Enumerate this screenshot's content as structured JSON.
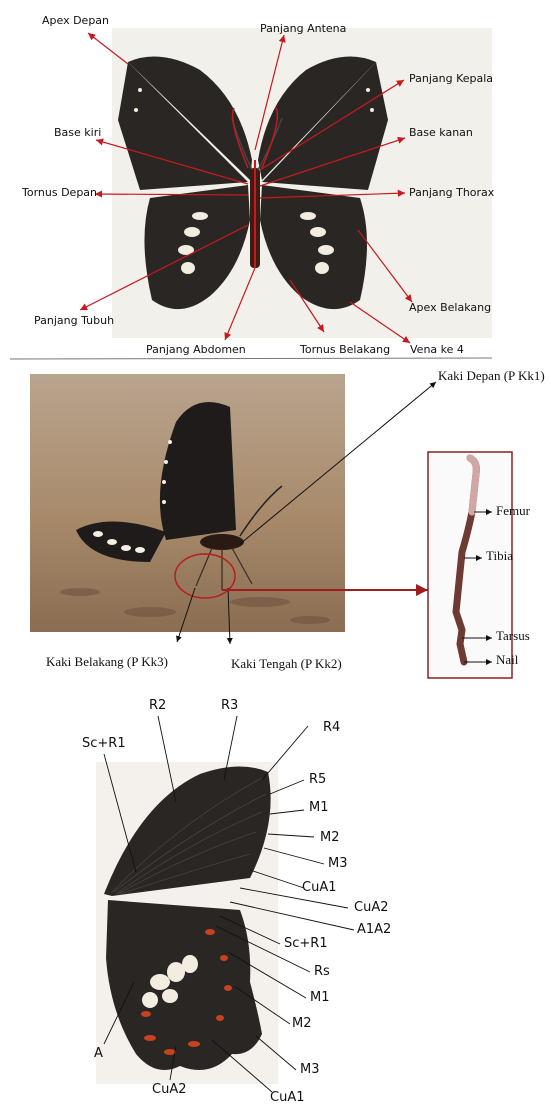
{
  "panel1": {
    "labels": {
      "apex_depan": "Apex Depan",
      "panjang_antena": "Panjang Antena",
      "panjang_kepala": "Panjang Kepala",
      "base_kiri": "Base kiri",
      "base_kanan": "Base kanan",
      "tornus_depan": "Tornus Depan",
      "panjang_thorax": "Panjang Thorax",
      "panjang_tubuh": "Panjang Tubuh",
      "apex_belakang": "Apex Belakang",
      "panjang_abdomen": "Panjang Abdomen",
      "tornus_belakang": "Tornus Belakang",
      "vena_ke_4": "Vena ke 4"
    }
  },
  "panel2": {
    "labels": {
      "kaki_depan": "Kaki Depan (P Kk1)",
      "kaki_belakang": "Kaki Belakang (P Kk3)",
      "kaki_tengah": "Kaki Tengah (P Kk2)",
      "femur": "Femur",
      "tibia": "Tibia",
      "tarsus": "Tarsus",
      "nail": "Nail"
    }
  },
  "panel3": {
    "labels": {
      "r2": "R2",
      "r3": "R3",
      "r4": "R4",
      "sc_r1_top": "Sc+R1",
      "r5": "R5",
      "m1_top": "M1",
      "m2_top": "M2",
      "m3_top": "M3",
      "cua1_top": "CuA1",
      "cua2_top": "CuA2",
      "a1a2": "A1A2",
      "sc_r1_bottom": "Sc+R1",
      "rs": "Rs",
      "m1_bottom": "M1",
      "m2_bottom": "M2",
      "m3_bottom": "M3",
      "a": "A",
      "cua2_bottom": "CuA2",
      "cua1_bottom": "CuA1"
    }
  },
  "colors": {
    "arrow_red": "#c8191e",
    "wing_black": "#2a2624",
    "spot_cream": "#f2ede0",
    "spot_red": "#c8421e"
  }
}
